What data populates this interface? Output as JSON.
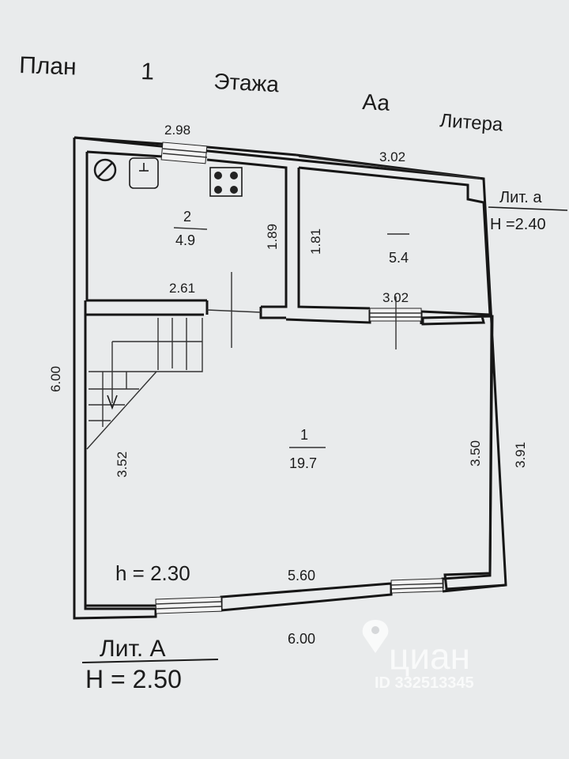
{
  "header": {
    "plan_word": "План",
    "floor_number": "1",
    "floor_word": "Этажа",
    "litera_code": "Аа",
    "litera_word": "Литера"
  },
  "dimensions": {
    "kitchen_top_window": "2.98",
    "annex_top": "3.02",
    "kitchen_right": "1.89",
    "annex_left": "1.81",
    "kitchen_bottom": "2.61",
    "annex_bottom": "3.02",
    "overall_left": "6.00",
    "stair_side": "3.52",
    "main_right": "3.50",
    "outer_right": "3.91",
    "main_bottom": "5.60",
    "overall_bottom": "6.00"
  },
  "rooms": {
    "kitchen": {
      "number": "2",
      "area": "4.9"
    },
    "annex": {
      "number": "",
      "area": "5.4"
    },
    "main": {
      "number": "1",
      "area": "19.7"
    }
  },
  "heights": {
    "main_room": "h = 2.30"
  },
  "lit_a_small": {
    "title": "Лит. а",
    "height": "Н =2.40"
  },
  "lit_a_big": {
    "title": "Лит. А",
    "height": "Н = 2.50"
  },
  "watermark": {
    "brand": "циан",
    "id_text": "ID 332513345"
  },
  "icons": [
    "boiler-icon",
    "sink-icon",
    "stove-icon",
    "staircase-icon",
    "location-pin-icon"
  ]
}
